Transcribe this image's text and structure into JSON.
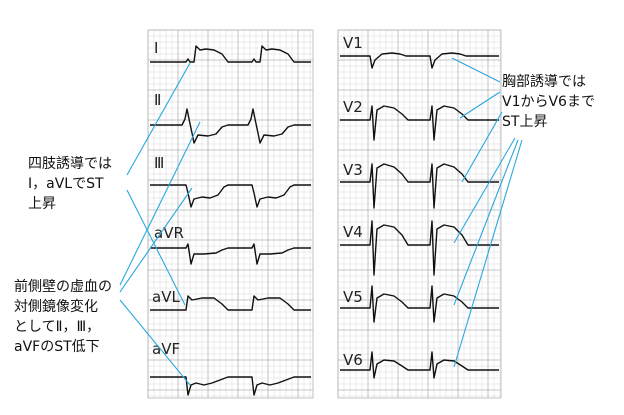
{
  "panels": {
    "limb": {
      "leads": [
        "Ⅰ",
        "Ⅱ",
        "Ⅲ",
        "aVR",
        "aVL",
        "aVF"
      ]
    },
    "chest": {
      "leads": [
        "V1",
        "V2",
        "V3",
        "V4",
        "V5",
        "V6"
      ]
    }
  },
  "annotations": {
    "limb_st_elevation": [
      "四肢誘導では",
      "Ⅰ，aVLでST",
      "上昇"
    ],
    "reciprocal_depression": [
      "前側壁の虚血の",
      "対側鏡像変化",
      "としてⅡ，Ⅲ，",
      "aVFのST低下"
    ],
    "chest_st_elevation": [
      "胸部誘導では",
      "V1からV6まで",
      "ST上昇"
    ]
  },
  "colors": {
    "grid_minor": "#d9d9d9",
    "grid_major": "#b5b5b5",
    "pointer": "#29a8e0",
    "trace": "#111111"
  }
}
